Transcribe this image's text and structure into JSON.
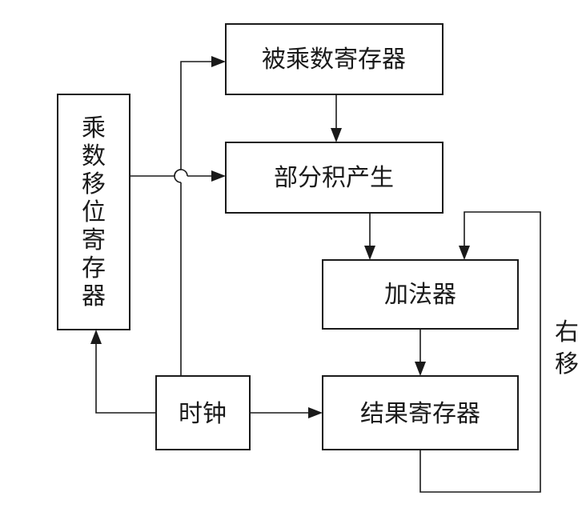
{
  "blocks": {
    "multiplicand_register": "被乘数寄存器",
    "partial_product": "部分积产生",
    "adder": "加法器",
    "result_register": "结果寄存器",
    "clock": "时钟",
    "multiplier_shift_register": [
      "乘",
      "数",
      "移",
      "位",
      "寄",
      "存",
      "器"
    ]
  },
  "labels": {
    "right_shift": [
      "右",
      "移"
    ]
  }
}
